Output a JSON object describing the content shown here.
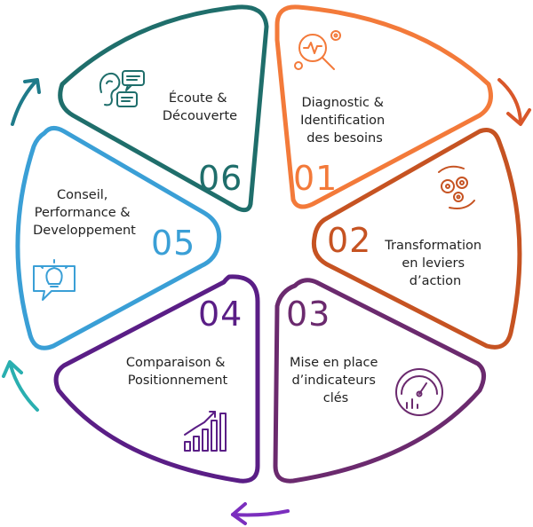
{
  "segments": [
    {
      "number": "01",
      "lines": [
        "Diagnostic &",
        "Identification",
        "des besoins"
      ],
      "color": "#F37A3A",
      "icon": "magnifier-gears-icon"
    },
    {
      "number": "02",
      "lines": [
        "Transformation",
        "en leviers",
        "d’action"
      ],
      "color": "#C65322",
      "icon": "gears-cycle-icon"
    },
    {
      "number": "03",
      "lines": [
        "Mise en place",
        "d’indicateurs",
        "clés"
      ],
      "color": "#6B2A6E",
      "icon": "gauge-icon"
    },
    {
      "number": "04",
      "lines": [
        "Comparaison &",
        "Positionnement"
      ],
      "color": "#5A1E86",
      "icon": "bar-growth-icon"
    },
    {
      "number": "05",
      "lines": [
        "Conseil,",
        "Performance &",
        "Developpement"
      ],
      "color": "#3A9FD6",
      "icon": "lightbulb-icon"
    },
    {
      "number": "06",
      "lines": [
        "Écoute &",
        "Découverte"
      ],
      "color": "#1F6E6B",
      "icon": "ear-speech-icon"
    }
  ],
  "arrows": [
    {
      "name": "arrow-top-right",
      "color": "#D9572A"
    },
    {
      "name": "arrow-bottom",
      "color": "#7B2FBE"
    },
    {
      "name": "arrow-left-lower",
      "color": "#2AAFB0"
    },
    {
      "name": "arrow-left-upper",
      "color": "#1F7B8A"
    }
  ]
}
